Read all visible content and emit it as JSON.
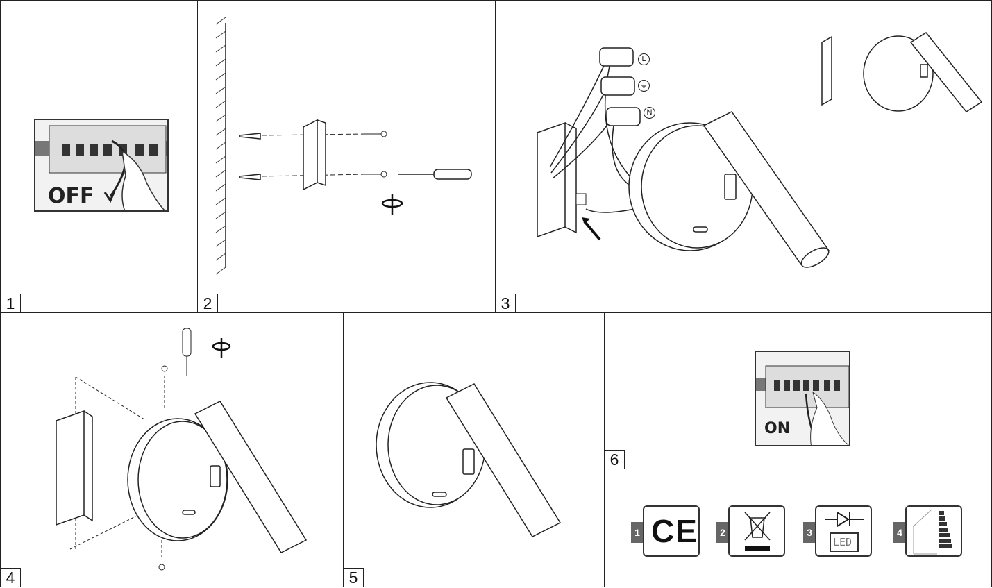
{
  "steps": [
    {
      "number": "1",
      "breaker_label": "OFF"
    },
    {
      "number": "2"
    },
    {
      "number": "3",
      "wire_labels": [
        "L",
        "⏚",
        "N"
      ]
    },
    {
      "number": "4"
    },
    {
      "number": "5"
    },
    {
      "number": "6",
      "breaker_label": "ON"
    }
  ],
  "symbols": [
    {
      "number": "1",
      "icon": "ce-mark-icon",
      "text": "CE"
    },
    {
      "number": "2",
      "icon": "weee-bin-icon"
    },
    {
      "number": "3",
      "icon": "led-diode-icon",
      "text": "LED"
    },
    {
      "number": "4",
      "icon": "energy-class-icon"
    }
  ]
}
